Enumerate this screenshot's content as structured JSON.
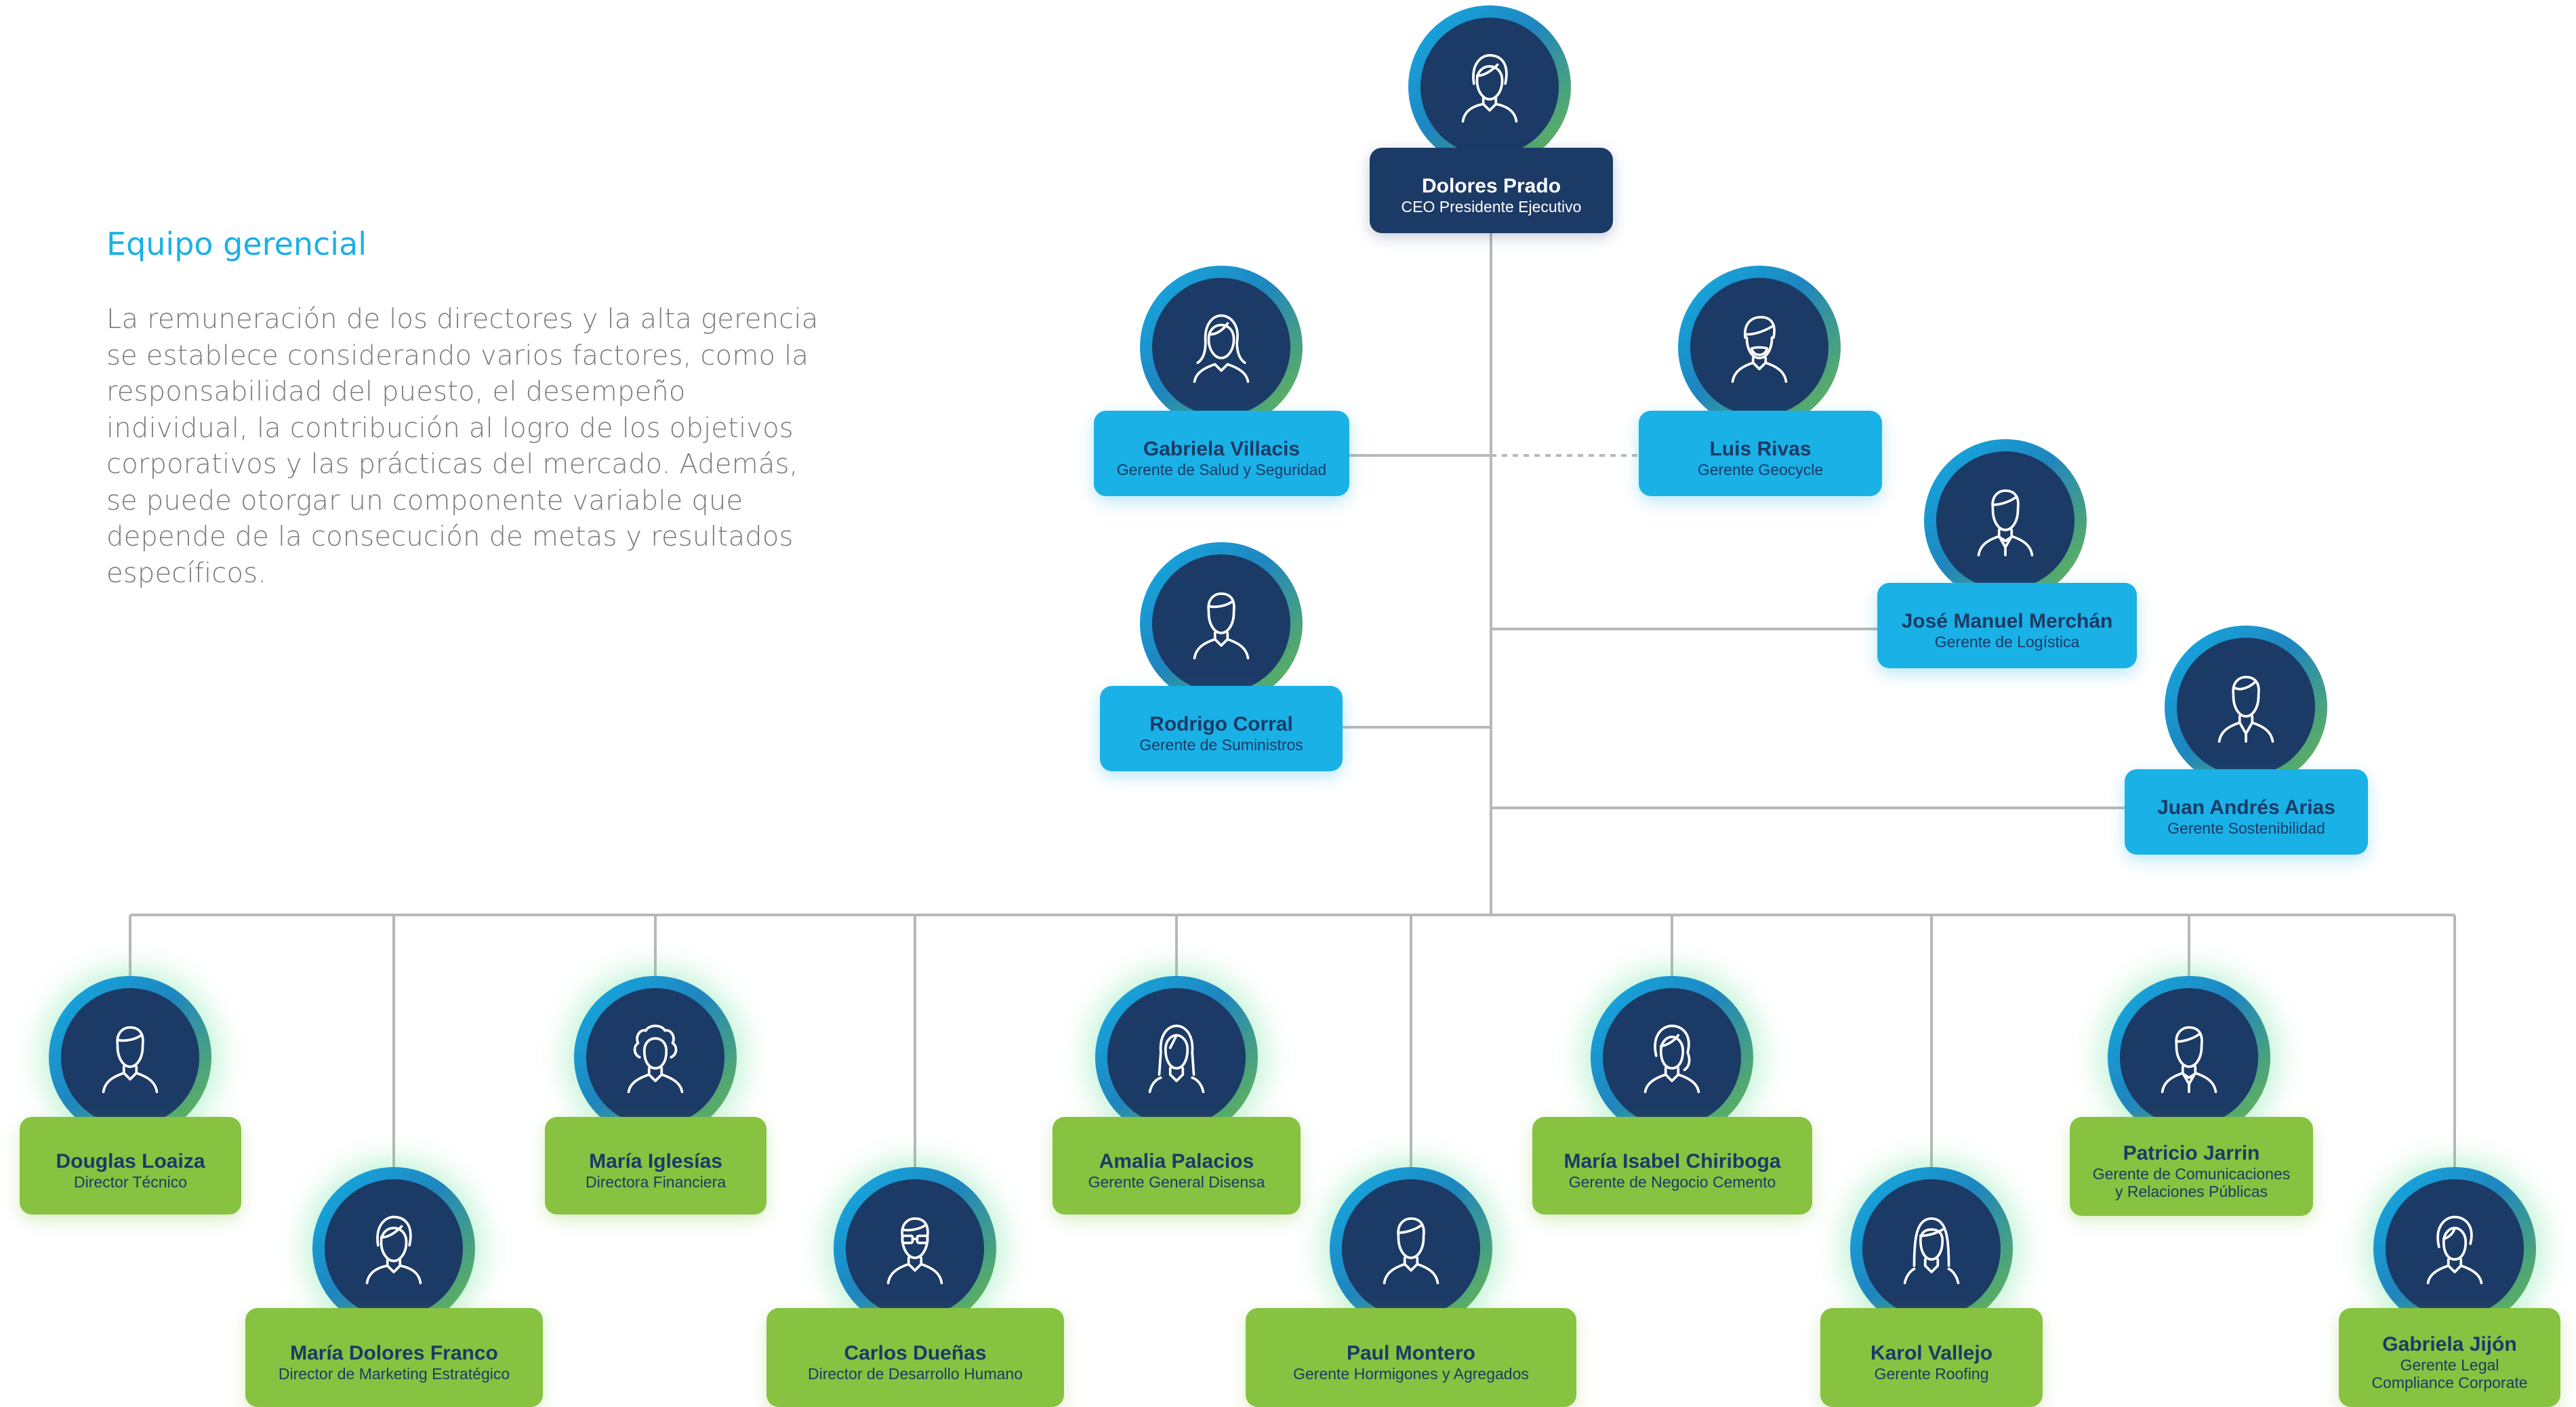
{
  "intro": {
    "title": "Equipo gerencial",
    "text": "La remuneración de los directores y la alta gerencia se establece considerando varios factores, como la responsabilidad del puesto, el desempeño individual, la contribución al logro de los objetivos corporativos y las prácticas del mercado. Además, se puede otorgar un componente variable que depende de la consecución de metas y resultados específicos."
  },
  "colors": {
    "ceo_box": "#1c3a66",
    "manager_box": "#1ab1e6",
    "director_box": "#87c241",
    "connector_line": "#b8b8b8",
    "title_text": "#1ab1e6",
    "body_text": "#7a7a7a"
  },
  "ceo": {
    "name": "Dolores Prado",
    "role": "CEO Presidente Ejecutivo",
    "icon": "woman-avatar-icon"
  },
  "managers": [
    {
      "name": "Gabriela Villacis",
      "role": "Gerente de Salud y Seguridad",
      "icon": "woman-long-hair-avatar-icon"
    },
    {
      "name": "Luis Rivas",
      "role": "Gerente Geocycle",
      "icon": "man-beard-avatar-icon"
    },
    {
      "name": "José Manuel Merchán",
      "role": "Gerente de Logística",
      "icon": "man-suit-avatar-icon"
    },
    {
      "name": "Rodrigo Corral",
      "role": "Gerente de Suministros",
      "icon": "man-avatar-icon"
    },
    {
      "name": "Juan Andrés Arias",
      "role": "Gerente Sostenibilidad",
      "icon": "man-suit-avatar-icon"
    }
  ],
  "directors": [
    {
      "name": "Douglas Loaiza",
      "role": "Director Técnico",
      "icon": "man-avatar-icon"
    },
    {
      "name": "María Dolores Franco",
      "role": "Director de Marketing Estratégico",
      "icon": "woman-avatar-icon"
    },
    {
      "name": "María Iglesías",
      "role": "Directora Financiera",
      "icon": "woman-curly-hair-avatar-icon"
    },
    {
      "name": "Carlos Dueñas",
      "role": "Director de Desarrollo Humano",
      "icon": "man-glasses-avatar-icon"
    },
    {
      "name": "Amalia Palacios",
      "role": "Gerente General Disensa",
      "icon": "woman-long-hair-avatar-icon"
    },
    {
      "name": "Paul Montero",
      "role": "Gerente Hormigones y Agregados",
      "icon": "man-avatar-icon"
    },
    {
      "name": "María Isabel Chiriboga",
      "role": "Gerente de Negocio Cemento",
      "icon": "woman-avatar-icon"
    },
    {
      "name": "Karol Vallejo",
      "role": "Gerente Roofing",
      "icon": "woman-long-hair-avatar-icon"
    },
    {
      "name": "Patricio Jarrin",
      "role": "Gerente de Comunicaciones",
      "role2": "y Relaciones Públicas",
      "icon": "man-suit-avatar-icon"
    },
    {
      "name": "Gabriela Jijón",
      "role": "Gerente Legal",
      "role2": "Compliance Corporate",
      "icon": "woman-avatar-icon"
    }
  ]
}
